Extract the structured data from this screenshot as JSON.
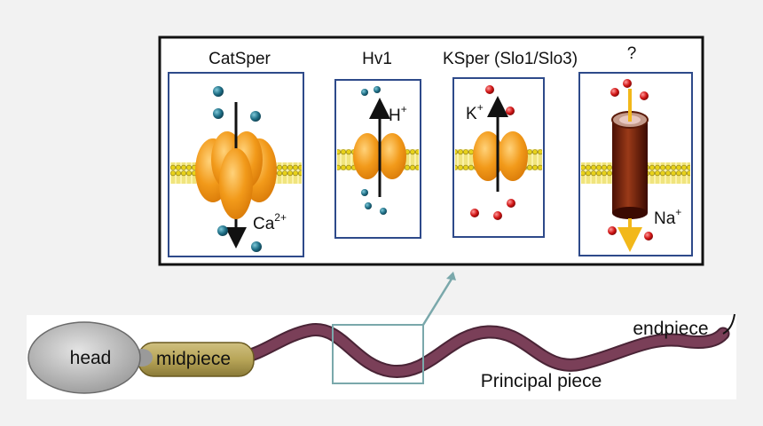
{
  "colors": {
    "background": "#f2f2f2",
    "panel_border": "#2e4a8a",
    "channel_orange": "#f29a1a",
    "membrane_yellow": "#e8d21a",
    "calcium_ion": "#1f6f86",
    "proton_ion": "#1f6f86",
    "potassium_ion": "#d01414",
    "sodium_ion": "#d01414",
    "sodium_channel": "#7a1f10",
    "sperm_head": "#c9c9c9",
    "midpiece": "#b8a558",
    "tail": "#7a3f58",
    "zoom_box": "#7aa8ab"
  },
  "channels": {
    "catsper": {
      "title": "CatSper",
      "ion": "Ca",
      "charge": "2+"
    },
    "hv1": {
      "title": "Hv1",
      "ion": "H",
      "charge": "+"
    },
    "ksper": {
      "title": "KSper (Slo1/Slo3)",
      "ion": "K",
      "charge": "+"
    },
    "unknown": {
      "title": "?",
      "ion": "Na",
      "charge": "+"
    }
  },
  "sperm": {
    "head": "head",
    "midpiece": "midpiece",
    "principal": "Principal piece",
    "endpiece": "endpiece"
  }
}
